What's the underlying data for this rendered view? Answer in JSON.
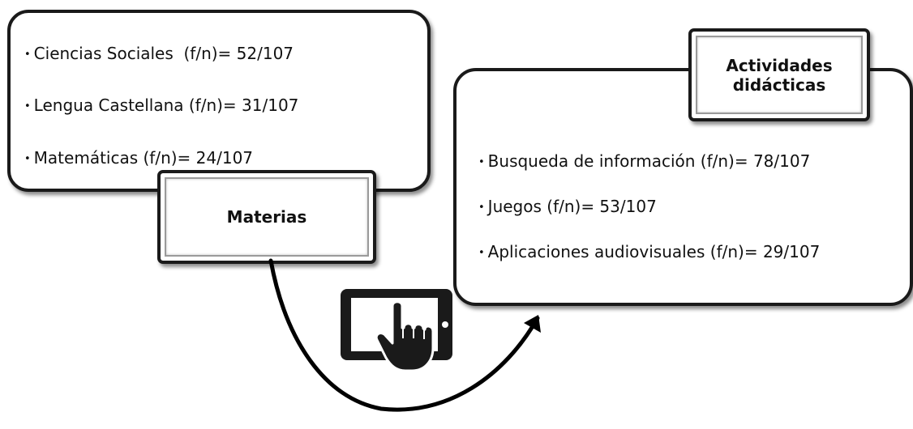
{
  "materias": {
    "title": "Materias",
    "items": [
      "Ciencias Sociales  (f/n)= 52/107",
      "Lengua Castellana (f/n)= 31/107",
      "Matemáticas (f/n)= 24/107"
    ]
  },
  "actividades": {
    "title_line1": "Actividades",
    "title_line2": "didácticas",
    "items": [
      "Busqueda de información (f/n)= 78/107",
      "Juegos (f/n)= 53/107",
      "Aplicaciones audiovisuales (f/n)= 29/107"
    ]
  },
  "bullet": "•",
  "icons": {
    "tablet": "tablet-touch-icon",
    "arrow": "curved-arrow-icon"
  }
}
